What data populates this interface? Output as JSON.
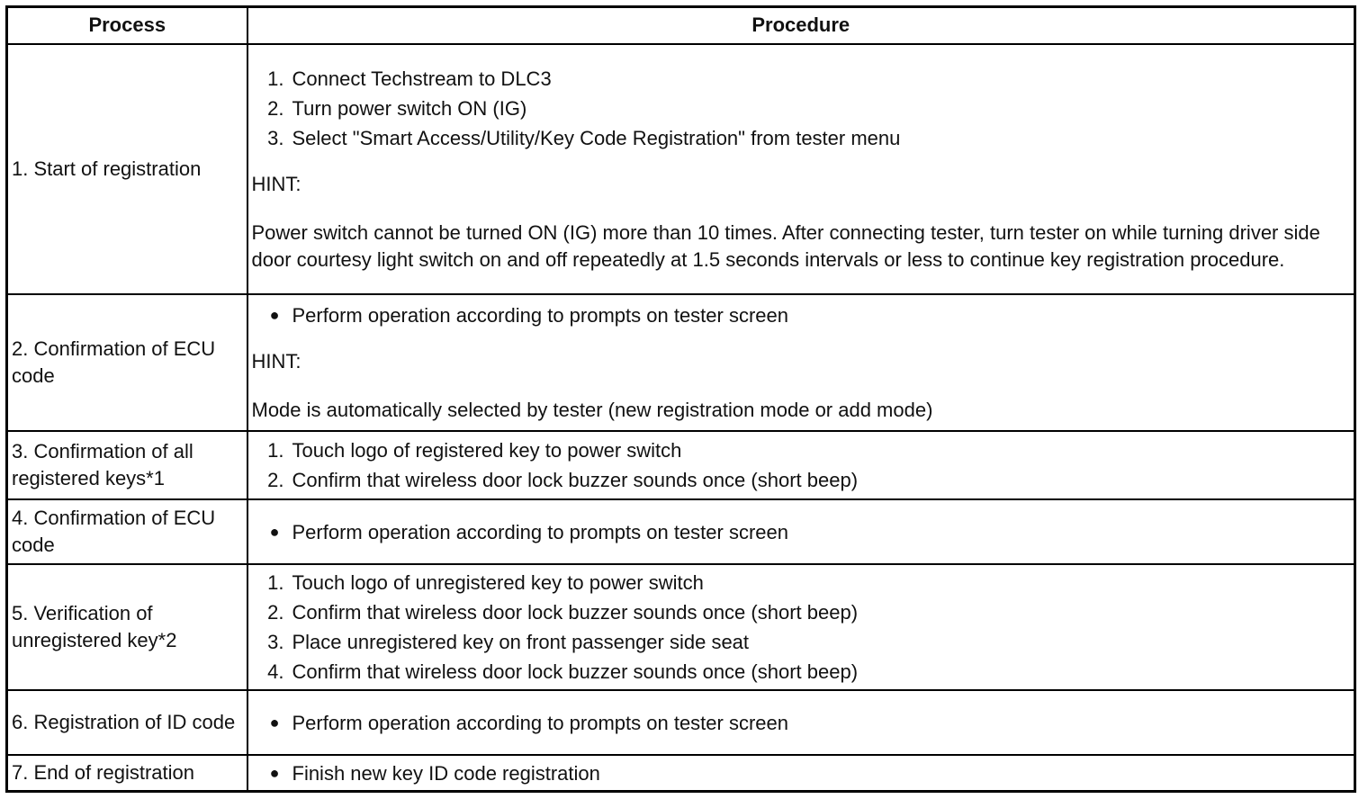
{
  "headers": {
    "process": "Process",
    "procedure": "Procedure"
  },
  "rows": [
    {
      "process": "1. Start of registration",
      "steps": [
        "Connect Techstream to DLC3",
        "Turn power switch ON (IG)",
        "Select \"Smart Access/Utility/Key Code Registration\" from tester menu"
      ],
      "hint_label": "HINT:",
      "hint": "Power switch cannot be turned ON (IG) more than 10 times. After connecting tester, turn tester on while turning driver side door courtesy light switch on and off repeatedly at 1.5 seconds intervals or less to continue key registration procedure."
    },
    {
      "process": "2. Confirmation of ECU code",
      "bullet": "Perform operation according to prompts on tester screen",
      "hint_label": "HINT:",
      "hint": "Mode is automatically selected by tester (new registration mode or add mode)"
    },
    {
      "process": "3. Confirmation of all registered keys*1",
      "steps": [
        "Touch logo of registered key to power switch",
        "Confirm that wireless door lock buzzer sounds once (short beep)"
      ]
    },
    {
      "process": "4. Confirmation of ECU code",
      "bullet": "Perform operation according to prompts on tester screen"
    },
    {
      "process": "5. Verification of unregistered key*2",
      "steps": [
        "Touch logo of unregistered key to power switch",
        "Confirm that wireless door lock buzzer sounds once (short beep)",
        "Place unregistered key on front passenger side seat",
        "Confirm that wireless door lock buzzer sounds once (short beep)"
      ]
    },
    {
      "process": "6. Registration of ID code",
      "bullet": "Perform operation according to prompts on tester screen"
    },
    {
      "process": "7. End of registration",
      "bullet": "Finish new key ID code registration"
    }
  ],
  "markers": {
    "n1": "1.",
    "n2": "2.",
    "n3": "3.",
    "n4": "4.",
    "bullet": "●"
  }
}
